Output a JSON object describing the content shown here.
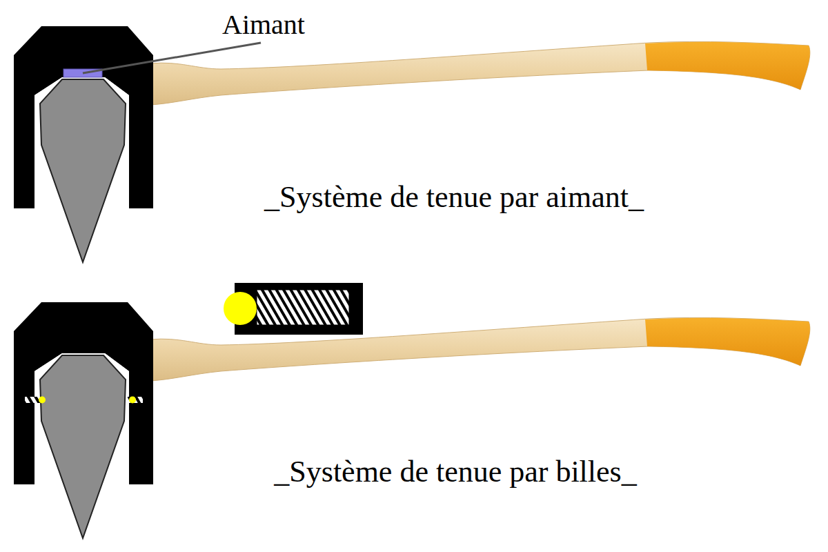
{
  "diagram": {
    "labels": [
      "Aimant",
      "_Système de tenue par aimant_",
      "_Système de tenue par billes_"
    ]
  }
}
